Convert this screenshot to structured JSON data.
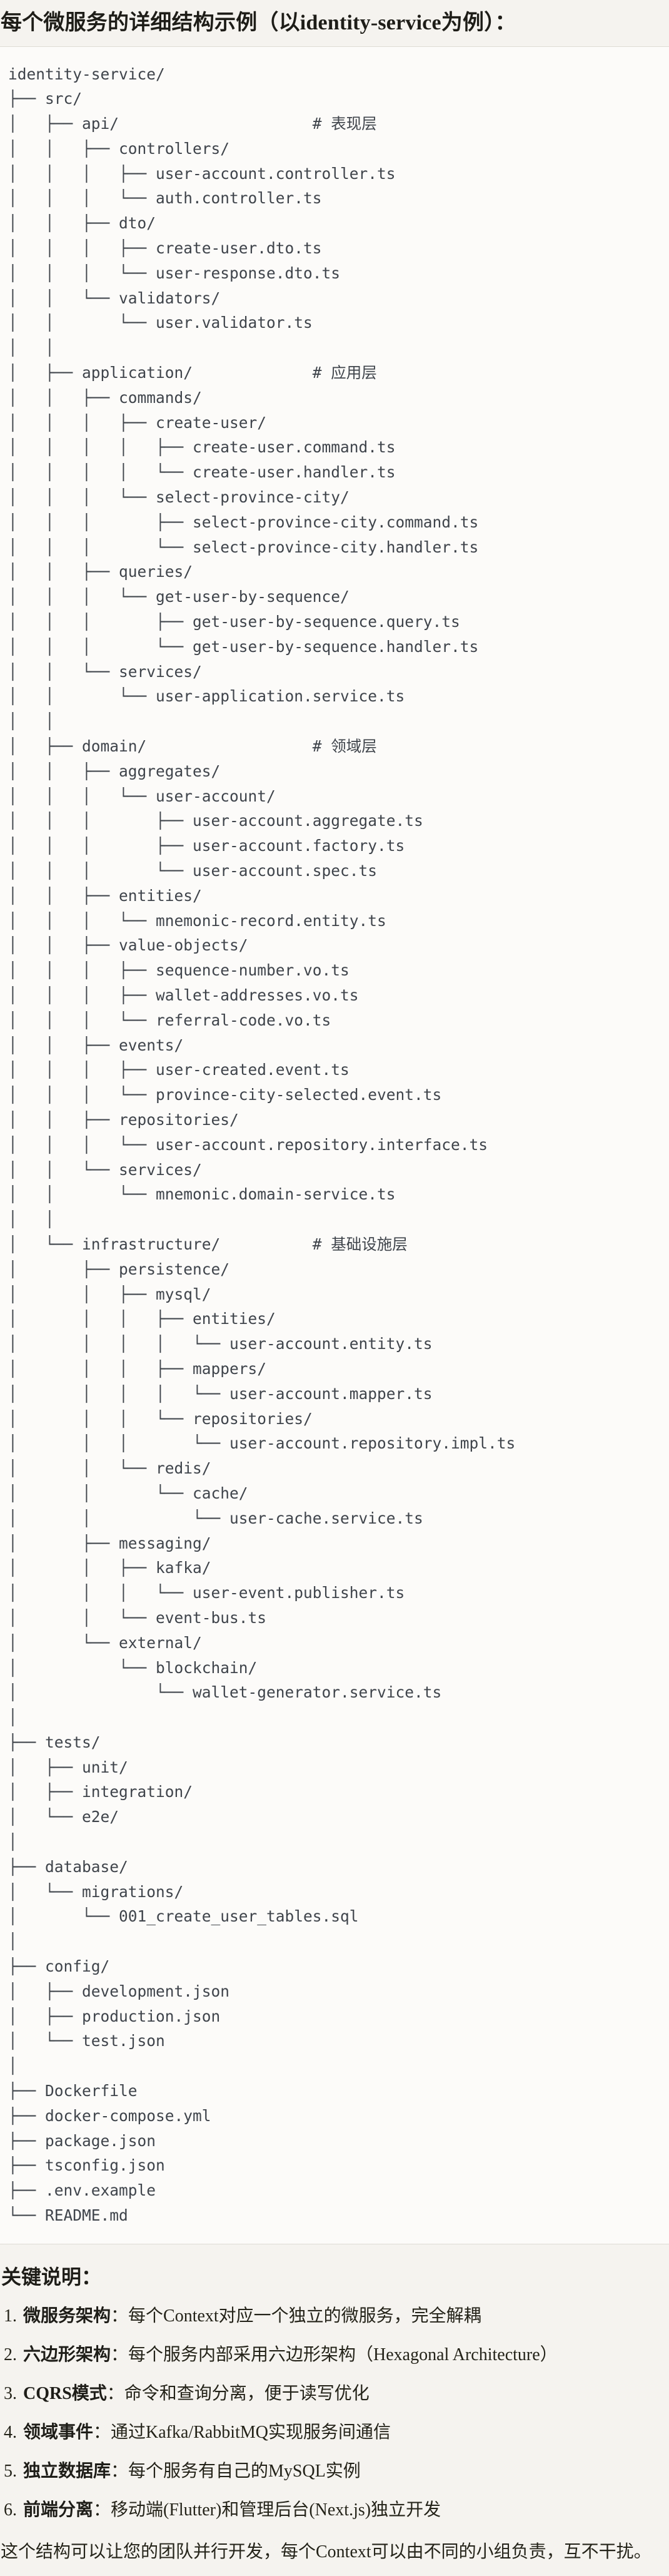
{
  "page": {
    "title": "每个微服务的详细结构示例（以identity-service为例）：",
    "footer": "这个结构可以让您的团队并行开发，每个Context可以由不同的小组负责，互不干扰。"
  },
  "tree": {
    "language": "plaintext",
    "lines": [
      "identity-service/",
      "├── src/",
      "│   ├── api/                     # 表现层",
      "│   │   ├── controllers/",
      "│   │   │   ├── user-account.controller.ts",
      "│   │   │   └── auth.controller.ts",
      "│   │   ├── dto/",
      "│   │   │   ├── create-user.dto.ts",
      "│   │   │   └── user-response.dto.ts",
      "│   │   └── validators/",
      "│   │       └── user.validator.ts",
      "│   │",
      "│   ├── application/             # 应用层",
      "│   │   ├── commands/",
      "│   │   │   ├── create-user/",
      "│   │   │   │   ├── create-user.command.ts",
      "│   │   │   │   └── create-user.handler.ts",
      "│   │   │   └── select-province-city/",
      "│   │   │       ├── select-province-city.command.ts",
      "│   │   │       └── select-province-city.handler.ts",
      "│   │   ├── queries/",
      "│   │   │   └── get-user-by-sequence/",
      "│   │   │       ├── get-user-by-sequence.query.ts",
      "│   │   │       └── get-user-by-sequence.handler.ts",
      "│   │   └── services/",
      "│   │       └── user-application.service.ts",
      "│   │",
      "│   ├── domain/                  # 领域层",
      "│   │   ├── aggregates/",
      "│   │   │   └── user-account/",
      "│   │   │       ├── user-account.aggregate.ts",
      "│   │   │       ├── user-account.factory.ts",
      "│   │   │       └── user-account.spec.ts",
      "│   │   ├── entities/",
      "│   │   │   └── mnemonic-record.entity.ts",
      "│   │   ├── value-objects/",
      "│   │   │   ├── sequence-number.vo.ts",
      "│   │   │   ├── wallet-addresses.vo.ts",
      "│   │   │   └── referral-code.vo.ts",
      "│   │   ├── events/",
      "│   │   │   ├── user-created.event.ts",
      "│   │   │   └── province-city-selected.event.ts",
      "│   │   ├── repositories/",
      "│   │   │   └── user-account.repository.interface.ts",
      "│   │   └── services/",
      "│   │       └── mnemonic.domain-service.ts",
      "│   │",
      "│   └── infrastructure/          # 基础设施层",
      "│       ├── persistence/",
      "│       │   ├── mysql/",
      "│       │   │   ├── entities/",
      "│       │   │   │   └── user-account.entity.ts",
      "│       │   │   ├── mappers/",
      "│       │   │   │   └── user-account.mapper.ts",
      "│       │   │   └── repositories/",
      "│       │   │       └── user-account.repository.impl.ts",
      "│       │   └── redis/",
      "│       │       └── cache/",
      "│       │           └── user-cache.service.ts",
      "│       ├── messaging/",
      "│       │   ├── kafka/",
      "│       │   │   └── user-event.publisher.ts",
      "│       │   └── event-bus.ts",
      "│       └── external/",
      "│           └── blockchain/",
      "│               └── wallet-generator.service.ts",
      "│",
      "├── tests/",
      "│   ├── unit/",
      "│   ├── integration/",
      "│   └── e2e/",
      "│",
      "├── database/",
      "│   └── migrations/",
      "│       └── 001_create_user_tables.sql",
      "│",
      "├── config/",
      "│   ├── development.json",
      "│   ├── production.json",
      "│   └── test.json",
      "│",
      "├── Dockerfile",
      "├── docker-compose.yml",
      "├── package.json",
      "├── tsconfig.json",
      "├── .env.example",
      "└── README.md"
    ]
  },
  "notes": {
    "heading": "关键说明：",
    "items": [
      {
        "num": "1.",
        "label": "微服务架构",
        "text": "：每个Context对应一个独立的微服务，完全解耦"
      },
      {
        "num": "2.",
        "label": "六边形架构",
        "text": "：每个服务内部采用六边形架构（Hexagonal Architecture）"
      },
      {
        "num": "3.",
        "label": "CQRS模式",
        "text": "：命令和查询分离，便于读写优化"
      },
      {
        "num": "4.",
        "label": "领域事件",
        "text": "：通过Kafka/RabbitMQ实现服务间通信"
      },
      {
        "num": "5.",
        "label": "独立数据库",
        "text": "：每个服务有自己的MySQL实例"
      },
      {
        "num": "6.",
        "label": "前端分离",
        "text": "：移动端(Flutter)和管理后台(Next.js)独立开发"
      }
    ]
  },
  "colors": {
    "page_background": "#f5f3ef",
    "code_background": "#fcfbf9",
    "code_border": "#dedcd5",
    "code_text": "#3f444b",
    "body_text": "#201f1b"
  }
}
